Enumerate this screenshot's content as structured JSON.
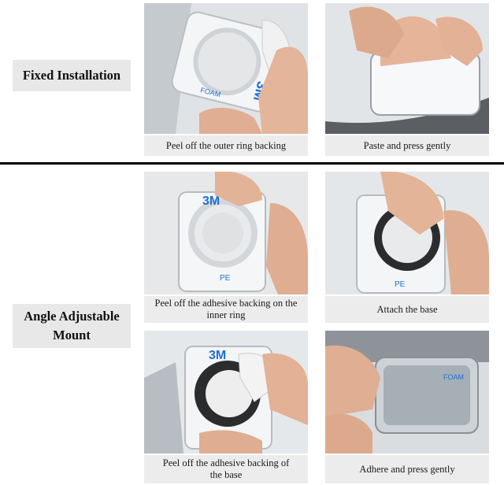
{
  "sections": {
    "fixed": {
      "title": "Fixed Installation"
    },
    "angle": {
      "title_line1": "Angle Adjustable",
      "title_line2": "Mount"
    }
  },
  "steps": [
    {
      "caption": "Peel off the outer ring backing"
    },
    {
      "caption": "Paste and press gently"
    },
    {
      "caption_line1": "Peel off the adhesive backing on the",
      "caption_line2": "inner ring"
    },
    {
      "caption": "Attach the base"
    },
    {
      "caption_line1": "Peel off the adhesive backing of",
      "caption_line2": "the base"
    },
    {
      "caption": "Adhere and press gently"
    }
  ],
  "tape_print": {
    "brand": "3M",
    "foam": "FOAM",
    "pe": "PE"
  },
  "colors": {
    "brand_blue": "#1b6fd8",
    "label_bg": "#e8e8e8",
    "caption_bg": "#ececec",
    "divider": "#000000"
  }
}
